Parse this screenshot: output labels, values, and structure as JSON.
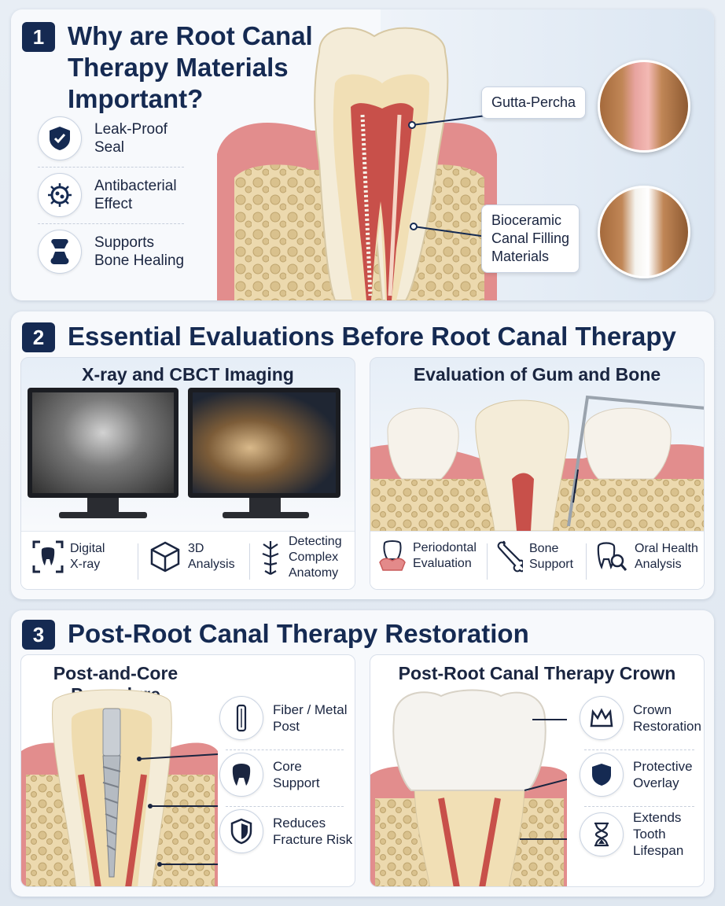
{
  "section1": {
    "number": "1",
    "title": "Why are Root Canal\nTherapy Materials\nImportant?",
    "features": [
      {
        "label": "Leak-Proof\nSeal",
        "icon": "shield-check-icon"
      },
      {
        "label": "Antibacterial\nEffect",
        "icon": "bacteria-icon"
      },
      {
        "label": "Supports\nBone Healing",
        "icon": "bone-joint-icon"
      }
    ],
    "callouts": [
      {
        "label": "Gutta-Percha"
      },
      {
        "label": "Bioceramic\nCanal Filling\nMaterials"
      }
    ]
  },
  "section2": {
    "number": "2",
    "title": "Essential Evaluations Before Root Canal Therapy",
    "left_card": {
      "title": "X-ray and CBCT Imaging",
      "items": [
        {
          "label": "Digital\nX-ray",
          "icon": "tooth-scan-icon"
        },
        {
          "label": "3D\nAnalysis",
          "icon": "cube-icon"
        },
        {
          "label": "Detecting\nComplex\nAnatomy",
          "icon": "root-branch-icon"
        }
      ]
    },
    "right_card": {
      "title": "Evaluation of Gum and Bone",
      "items": [
        {
          "label": "Periodontal\nEvaluation",
          "icon": "gum-icon"
        },
        {
          "label": "Bone\nSupport",
          "icon": "bone-icon"
        },
        {
          "label": "Oral Health\nAnalysis",
          "icon": "tooth-magnifier-icon"
        }
      ]
    }
  },
  "section3": {
    "number": "3",
    "title": "Post-Root Canal Therapy Restoration",
    "left_card": {
      "title": "Post-and-Core Procedure",
      "items": [
        {
          "label": "Fiber / Metal\nPost",
          "icon": "post-icon"
        },
        {
          "label": "Core\nSupport",
          "icon": "tooth-icon"
        },
        {
          "label": "Reduces\nFracture Risk",
          "icon": "shield-icon"
        }
      ]
    },
    "right_card": {
      "title": "Post-Root Canal Therapy Crown",
      "items": [
        {
          "label": "Crown\nRestoration",
          "icon": "crown-icon"
        },
        {
          "label": "Protective\nOverlay",
          "icon": "shield-icon"
        },
        {
          "label": "Extends\nTooth\nLifespan",
          "icon": "hourglass-icon"
        }
      ]
    }
  },
  "colors": {
    "navy": "#152a52",
    "gum": "#e38a8a",
    "dentin": "#f1dfb5",
    "bone": "#e9d6ad",
    "pulp": "#c8504a"
  }
}
